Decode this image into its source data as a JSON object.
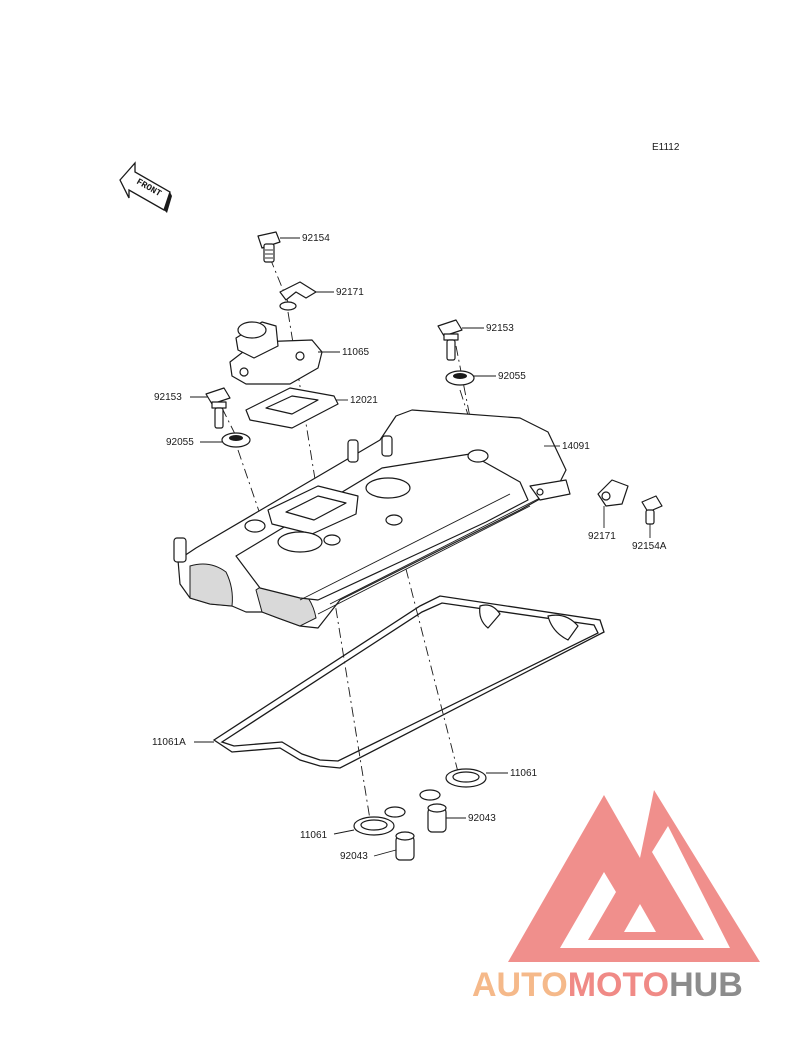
{
  "diagram_code": "E1112",
  "front_label": "FRONT",
  "parts": [
    {
      "id": "p92154_top",
      "label": "92154"
    },
    {
      "id": "p92171_top",
      "label": "92171"
    },
    {
      "id": "p11065",
      "label": "11065"
    },
    {
      "id": "p92153_right",
      "label": "92153"
    },
    {
      "id": "p92055_right",
      "label": "92055"
    },
    {
      "id": "p92153_left",
      "label": "92153"
    },
    {
      "id": "p12021",
      "label": "12021"
    },
    {
      "id": "p92055_left",
      "label": "92055"
    },
    {
      "id": "p14091",
      "label": "14091"
    },
    {
      "id": "p92171_right",
      "label": "92171"
    },
    {
      "id": "p92154A",
      "label": "92154A"
    },
    {
      "id": "p11061A",
      "label": "11061A"
    },
    {
      "id": "p11061_right",
      "label": "11061"
    },
    {
      "id": "p92043_right",
      "label": "92043"
    },
    {
      "id": "p11061_left",
      "label": "11061"
    },
    {
      "id": "p92043_left",
      "label": "92043"
    }
  ],
  "watermark": {
    "part1": "AUTO",
    "part2": "MOTO",
    "part3": "HUB",
    "color_orange": "#f5b98a",
    "color_red": "#f08a86",
    "color_gray": "#8c8c8c"
  }
}
